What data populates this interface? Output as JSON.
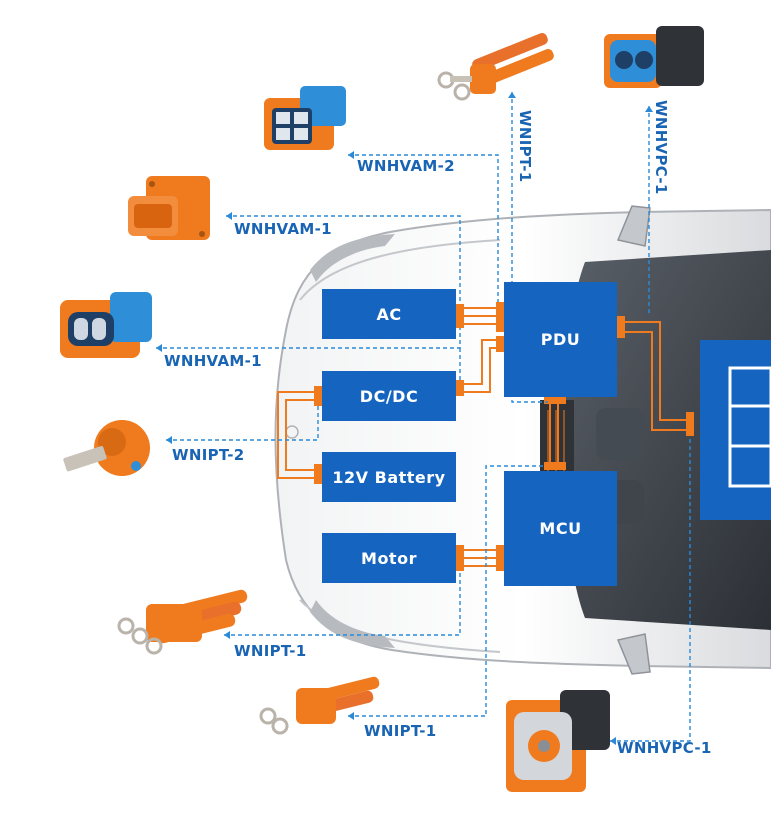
{
  "modules": {
    "ac": "AC",
    "dcdc": "DC/DC",
    "battery12v": "12V Battery",
    "motor": "Motor",
    "pdu": "PDU",
    "mcu": "MCU"
  },
  "connectors": {
    "wnhvam2": "WNHVAM-2",
    "wnhvam1_top": "WNHVAM-1",
    "wnhvam1_mid": "WNHVAM-1",
    "wnipt2": "WNIPT-2",
    "wnipt1_left": "WNIPT-1",
    "wnipt1_bottom": "WNIPT-1",
    "wnipt1_top": "WNIPT-1",
    "wnhvpc1_top": "WNHVPC-1",
    "wnhvpc1_bottom": "WNHVPC-1"
  },
  "colors": {
    "module_blue": "#1565c0",
    "label_blue": "#1a64b4",
    "connector_orange": "#f07a1e",
    "connector_blue": "#2e8fd8",
    "dashed_line": "#2a8ad8",
    "car_silver": "#c9ccd0"
  }
}
